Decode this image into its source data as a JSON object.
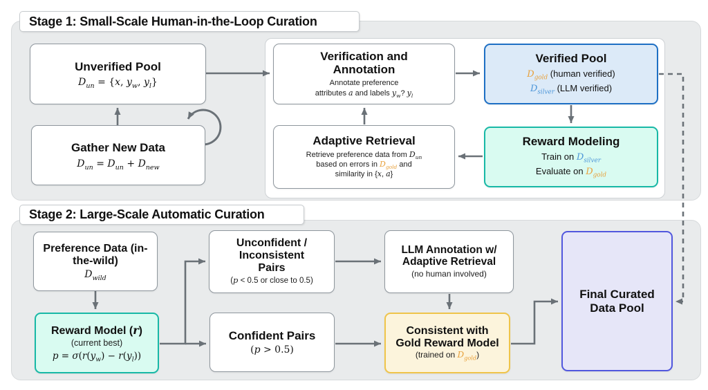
{
  "colors": {
    "gold": "#E8A13C",
    "silver": "#4D96D8",
    "arrow": "#6A7177",
    "verified_border": "#1D6FC4",
    "verified_fill": "#DCEAF8",
    "teal_border": "#17B8A6",
    "teal_fill": "#D9FBF1",
    "gold_border": "#EFC44A",
    "gold_fill": "#FCF4DC",
    "final_border": "#5157DE",
    "final_fill": "#E6E6F8"
  },
  "stage1": {
    "title": "Stage 1: Small-Scale Human-in-the-Loop Curation",
    "unverified_pool": {
      "title": "Unverified Pool",
      "formula": [
        {
          "t": "D",
          "i": 1
        },
        {
          "t": "un",
          "sub": 1
        },
        {
          "t": " = {"
        },
        {
          "t": "x",
          "i": 1
        },
        {
          "t": ", "
        },
        {
          "t": "y",
          "i": 1
        },
        {
          "t": "w",
          "sub": 1
        },
        {
          "t": ", "
        },
        {
          "t": "y",
          "i": 1
        },
        {
          "t": "l",
          "sub": 1
        },
        {
          "t": "}"
        }
      ]
    },
    "gather_new_data": {
      "title": "Gather New Data",
      "formula": [
        {
          "t": "D",
          "i": 1
        },
        {
          "t": "un",
          "sub": 1
        },
        {
          "t": " = "
        },
        {
          "t": "D",
          "i": 1
        },
        {
          "t": "un",
          "sub": 1
        },
        {
          "t": " + "
        },
        {
          "t": "D",
          "i": 1
        },
        {
          "t": "new",
          "sub": 1
        }
      ]
    },
    "verification": {
      "title": "Verification and Annotation",
      "desc_line1": "Annotate preference",
      "desc_line2": [
        {
          "t": "attributes "
        },
        {
          "t": "a",
          "i": 1
        },
        {
          "t": " and labels "
        },
        {
          "t": "y",
          "i": 1
        },
        {
          "t": "w",
          "sub": 1
        },
        {
          "t": "? "
        },
        {
          "t": "y",
          "i": 1
        },
        {
          "t": "l",
          "sub": 1
        }
      ]
    },
    "adaptive_retrieval": {
      "title": "Adaptive Retrieval",
      "desc_line1": [
        {
          "t": "Retrieve preference data from "
        },
        {
          "t": "D",
          "i": 1
        },
        {
          "t": "un",
          "sub": 1
        }
      ],
      "desc_line2": [
        {
          "t": "based on errors in "
        },
        {
          "t": "D",
          "i": 1,
          "c": "gold"
        },
        {
          "t": "gold",
          "sub": 1,
          "c": "gold"
        },
        {
          "t": " and"
        }
      ],
      "desc_line3": [
        {
          "t": "similarity in {"
        },
        {
          "t": "x",
          "i": 1
        },
        {
          "t": ", "
        },
        {
          "t": "a",
          "i": 1
        },
        {
          "t": "}"
        }
      ]
    },
    "verified_pool": {
      "title": "Verified Pool",
      "line1": [
        {
          "t": "D",
          "i": 1,
          "c": "gold"
        },
        {
          "t": "gold",
          "sub": 1,
          "c": "gold"
        },
        {
          "t": " (human verified)"
        }
      ],
      "line2": [
        {
          "t": "D",
          "i": 1,
          "c": "silver"
        },
        {
          "t": "silver",
          "sub": 1,
          "c": "silver"
        },
        {
          "t": " (LLM verified)"
        }
      ]
    },
    "reward_modeling": {
      "title": "Reward Modeling",
      "line1": [
        {
          "t": "Train on "
        },
        {
          "t": "D",
          "i": 1,
          "c": "silver"
        },
        {
          "t": "silver",
          "sub": 1,
          "c": "silver"
        }
      ],
      "line2": [
        {
          "t": "Evaluate on "
        },
        {
          "t": "D",
          "i": 1,
          "c": "gold"
        },
        {
          "t": "gold",
          "sub": 1,
          "c": "gold"
        }
      ]
    }
  },
  "stage2": {
    "title": "Stage 2: Large-Scale Automatic Curation",
    "preference_data": {
      "title": "Preference Data (in-the-wild)",
      "formula": [
        {
          "t": "D",
          "i": 1
        },
        {
          "t": "wild",
          "sub": 1
        }
      ]
    },
    "reward_model": {
      "title": [
        {
          "t": "Reward Model ("
        },
        {
          "t": "r",
          "i": 1
        },
        {
          "t": ")"
        }
      ],
      "subtitle": "(current best)",
      "formula": [
        {
          "t": "p",
          "i": 1
        },
        {
          "t": " = "
        },
        {
          "t": "σ",
          "i": 1
        },
        {
          "t": "("
        },
        {
          "t": "r",
          "i": 1
        },
        {
          "t": "("
        },
        {
          "t": "y",
          "i": 1
        },
        {
          "t": "w",
          "sub": 1
        },
        {
          "t": ") − "
        },
        {
          "t": "r",
          "i": 1
        },
        {
          "t": "("
        },
        {
          "t": "y",
          "i": 1
        },
        {
          "t": "l",
          "sub": 1
        },
        {
          "t": "))"
        }
      ]
    },
    "unconfident_pairs": {
      "title": "Unconfident / Inconsistent Pairs",
      "subtitle": [
        {
          "t": "("
        },
        {
          "t": "p",
          "i": 1
        },
        {
          "t": " < 0.5 or close to 0.5)"
        }
      ]
    },
    "confident_pairs": {
      "title": "Confident Pairs",
      "subtitle": [
        {
          "t": "("
        },
        {
          "t": "p",
          "i": 1
        },
        {
          "t": " > 0.5)"
        }
      ]
    },
    "llm_annotation": {
      "title": "LLM Annotation w/ Adaptive Retrieval",
      "subtitle": "(no human involved)"
    },
    "consistent": {
      "title": "Consistent with Gold Reward Model",
      "subtitle": [
        {
          "t": "(trained on "
        },
        {
          "t": "D",
          "i": 1,
          "c": "gold"
        },
        {
          "t": "gold",
          "sub": 1,
          "c": "gold"
        },
        {
          "t": ")"
        }
      ]
    },
    "final_pool": {
      "title": "Final Curated Data Pool"
    }
  }
}
